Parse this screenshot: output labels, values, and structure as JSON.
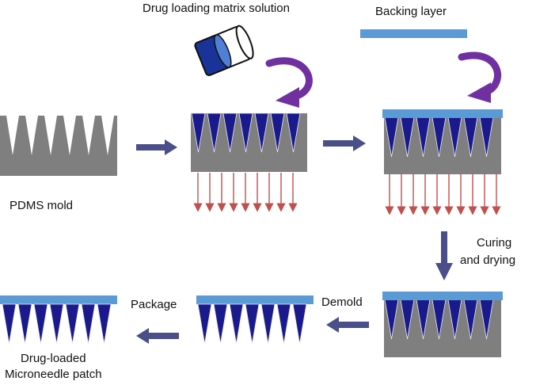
{
  "labels": {
    "drug_loading": "Drug loading matrix solution",
    "backing_layer": "Backing layer",
    "pdms_mold": "PDMS mold",
    "curing_line1": "Curing",
    "curing_line2": "and drying",
    "demold": "Demold",
    "package": "Package",
    "final_line1": "Drug-loaded",
    "final_line2": "Microneedle patch"
  },
  "colors": {
    "mold_gray": "#7f7f7f",
    "needle_blue": "#1a1a8c",
    "backing_blue": "#5b9bd5",
    "process_arrow": "#4a4f8a",
    "curve_arrow": "#7030a0",
    "vacuum_arrow": "#c0504d"
  },
  "icons": {
    "vial": "vial-icon"
  }
}
